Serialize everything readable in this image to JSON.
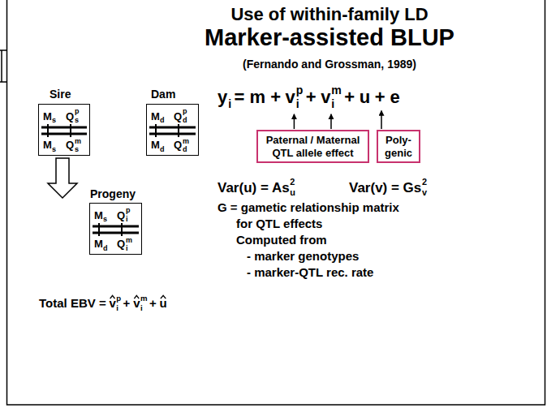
{
  "diagram": {
    "title": "Use of within-family LD",
    "nodes": [
      {
        "text": [
          "Sire",
          "M",
          "s",
          "Q",
          "s",
          "p",
          "M",
          "s",
          "Q",
          "s",
          "m"
        ]
      },
      {
        "text": [
          "Dam",
          "M",
          "d",
          "Q",
          "d",
          "p",
          "M",
          "d",
          "Q",
          "d",
          "m"
        ]
      },
      {
        "text": [
          "Paternal / Maternal QTL allele effect"
        ]
      },
      {
        "text": [
          "Poly- genic"
        ]
      },
      {
        "text": [
          "Progeny",
          "M",
          "s",
          "Q",
          "i",
          "p",
          "M",
          "d",
          "Q",
          "i",
          "m"
        ]
      }
    ],
    "edges": [
      {
        "from": 0,
        "to": 4,
        "arrow": "to"
      }
    ],
    "labels": [
      "Marker-assisted BLUP",
      "(Fernando and Grossman, 1989)",
      "y",
      "i",
      "= m +",
      "v",
      "i",
      "p",
      "+",
      "v",
      "i",
      "m",
      "+",
      "u",
      "+ e",
      "Var(u) = As",
      "u",
      "2",
      "Var(v) = Gs",
      "v",
      "2",
      "G = gametic relationship matrix",
      "for QTL effects",
      "Computed from",
      "- marker genotypes",
      "- marker-QTL rec. rate",
      "Total EBV =",
      "v",
      "i",
      "p",
      "+",
      "v",
      "i",
      "m",
      "+",
      "u"
    ]
  }
}
